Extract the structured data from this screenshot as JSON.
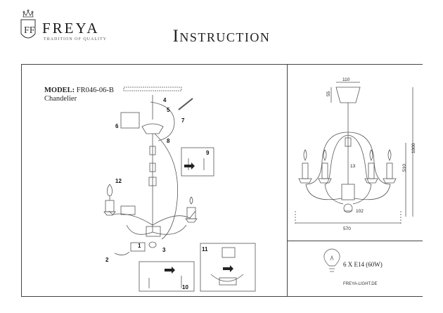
{
  "brand": {
    "name": "FREYA",
    "tagline": "TRADITION OF QUALITY",
    "logo_letters": "FF"
  },
  "title": "Instruction",
  "model": {
    "label": "MODEL:",
    "code": "FR046-06-B",
    "type": "Chandelier"
  },
  "steps": [
    "1",
    "2",
    "3",
    "4",
    "5",
    "6",
    "7",
    "8",
    "9",
    "10",
    "11",
    "12"
  ],
  "dimensions": {
    "canopy_width": "110",
    "canopy_height": "55",
    "total_height": "1000",
    "body_height": "510",
    "width": "570",
    "bottom": "102",
    "arm": "13"
  },
  "spec": "6 X E14 (60W)",
  "website": "FREYA-LIGHT.DE",
  "icons": [
    "crown-icon",
    "shield-icon",
    "lamp-bulb-icon"
  ],
  "colors": {
    "line": "#444444",
    "text": "#1a1a1a",
    "drawing": "#555555"
  }
}
